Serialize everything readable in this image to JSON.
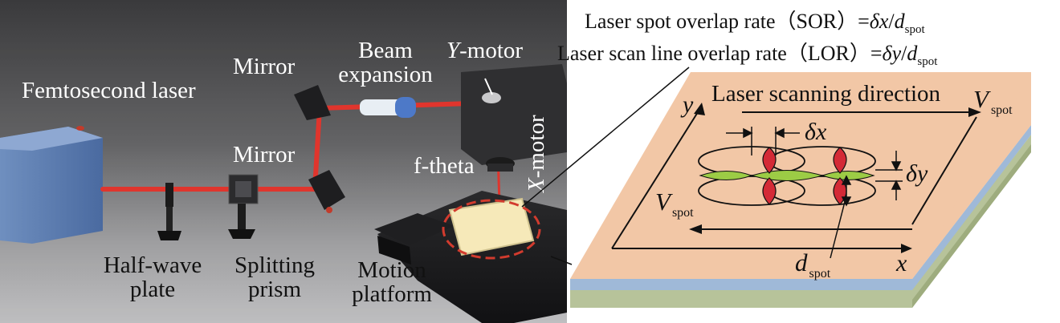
{
  "photo_labels": {
    "femtosecond_laser": "Femtosecond laser",
    "mirror_top": "Mirror",
    "mirror_mid": "Mirror",
    "beam_expansion_1": "Beam",
    "beam_expansion_2": "expansion",
    "y_motor_axis": "Y",
    "y_motor_rest": "-motor",
    "x_motor_axis": "X",
    "x_motor_rest": "-motor",
    "f_theta": "f-theta",
    "half_wave_1": "Half-wave",
    "half_wave_2": "plate",
    "splitting_1": "Splitting",
    "splitting_2": "prism",
    "motion_1": "Motion",
    "motion_2": "platform"
  },
  "formulas": {
    "sor_prefix": "Laser spot overlap rate（SOR）=",
    "sor_dx": "δx",
    "sor_slash": "/",
    "sor_d": "d",
    "sor_sub": "spot",
    "lor_prefix": "Laser scan line overlap rate（LOR）=",
    "lor_dy": "δy",
    "lor_slash": "/",
    "lor_d": "d",
    "lor_sub": "spot"
  },
  "schematic": {
    "scanning_direction": "Laser scanning direction",
    "v_spot_top": "V",
    "v_spot_top_sub": "spot",
    "v_spot_left": "V",
    "v_spot_left_sub": "spot",
    "y_axis": "y",
    "x_axis": "x",
    "delta_x": "δx",
    "delta_y": "δy",
    "d_spot": "d",
    "d_spot_sub": "spot"
  },
  "colors": {
    "plate_top": "#f2c7a6",
    "plate_blue_layer": "#9fb9d8",
    "plate_green_layer": "#b7c39a",
    "spot_red": "#d42a36",
    "overlap_green": "#9ccc45",
    "laser_beam": "#e0352d"
  }
}
